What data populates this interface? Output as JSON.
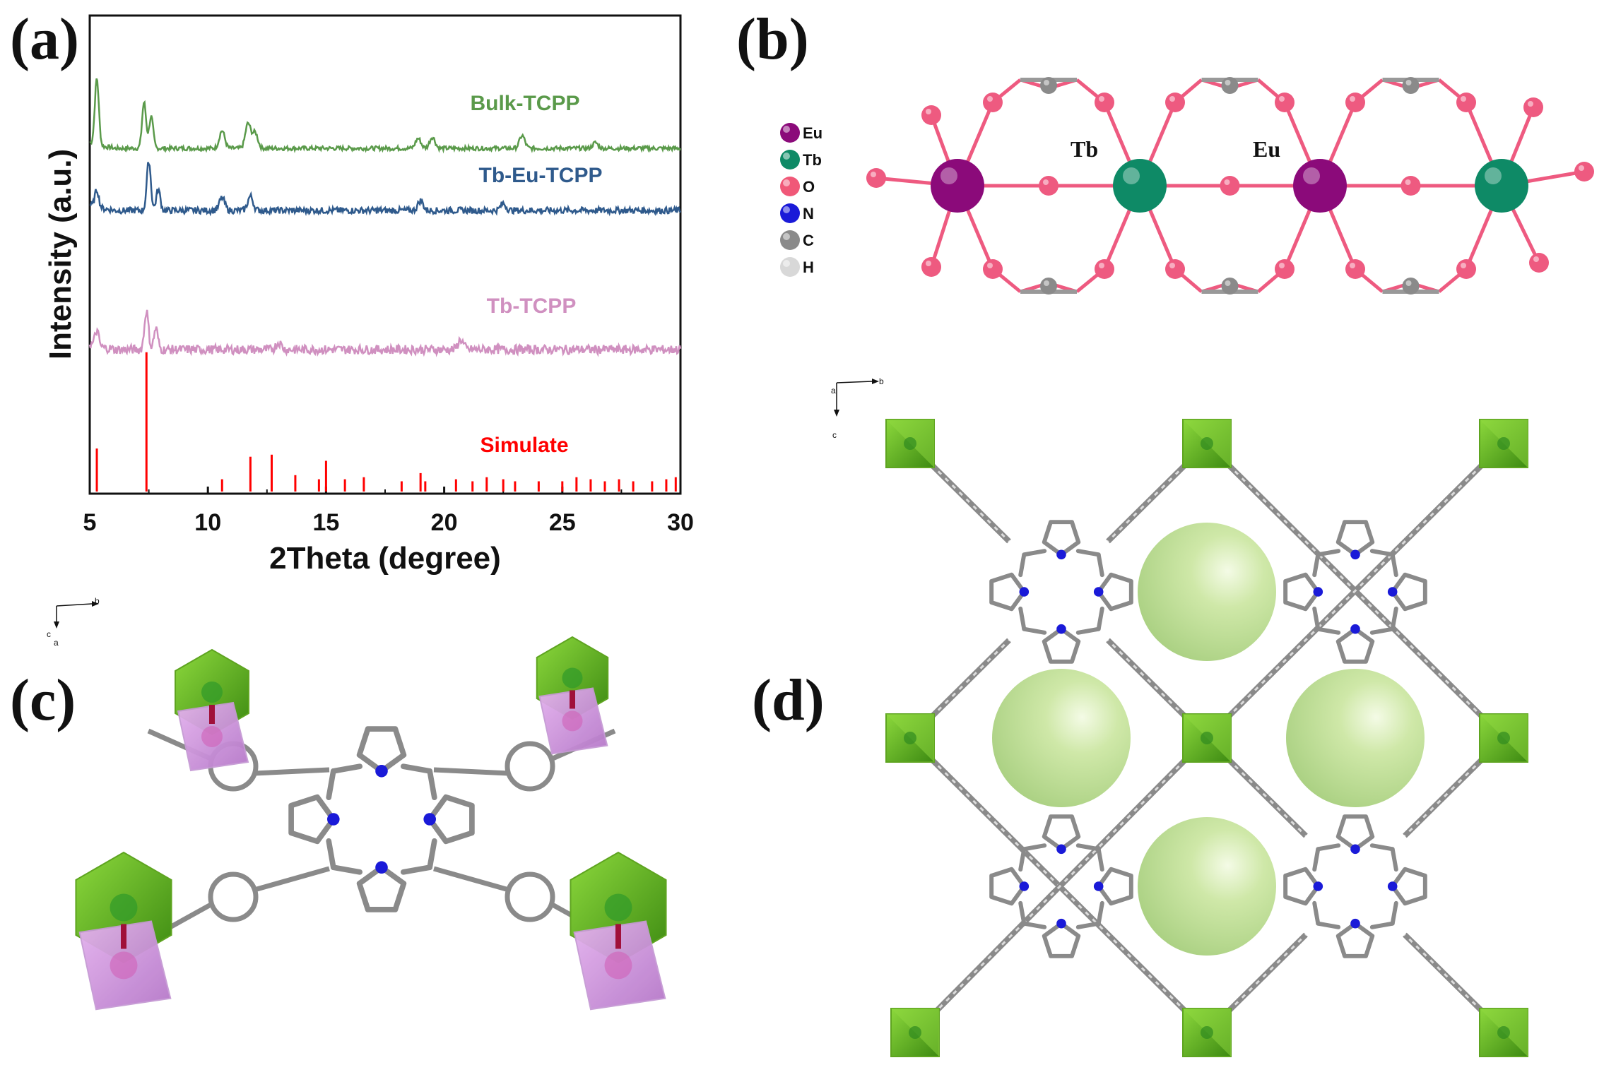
{
  "panels": {
    "a": "(a)",
    "b": "(b)",
    "c": "(c)",
    "d": "(d)"
  },
  "chart_data": {
    "type": "line",
    "title": "",
    "xlabel": "2Theta (degree)",
    "ylabel": "Intensity (a.u.)",
    "xlim": [
      5,
      30
    ],
    "xticks": [
      "5",
      "10",
      "15",
      "20",
      "25",
      "30"
    ],
    "yticks": [],
    "grid": false,
    "series": [
      {
        "name": "Bulk-TCPP",
        "color": "#5a9a4a",
        "peaks": [
          [
            5.3,
            95
          ],
          [
            7.3,
            65
          ],
          [
            7.6,
            45
          ],
          [
            10.6,
            25
          ],
          [
            11.7,
            35
          ],
          [
            12.0,
            22
          ],
          [
            18.9,
            14
          ],
          [
            19.5,
            16
          ],
          [
            23.3,
            18
          ],
          [
            26.4,
            8
          ]
        ]
      },
      {
        "name": "Tb-Eu-TCPP",
        "color": "#2f5a8c",
        "peaks": [
          [
            5.3,
            25
          ],
          [
            7.5,
            70
          ],
          [
            7.9,
            30
          ],
          [
            10.6,
            18
          ],
          [
            11.8,
            20
          ],
          [
            19.0,
            14
          ],
          [
            22.5,
            10
          ]
        ]
      },
      {
        "name": "Tb-TCPP",
        "color": "#d090c0",
        "peaks": [
          [
            5.3,
            22
          ],
          [
            7.4,
            55
          ],
          [
            7.8,
            30
          ],
          [
            20.7,
            14
          ],
          [
            13.0,
            10
          ]
        ]
      },
      {
        "name": "Simulate",
        "color": "#ff0000",
        "type": "stick",
        "x": [
          5.3,
          7.4,
          10.6,
          11.8,
          12.7,
          13.7,
          14.7,
          15.0,
          15.8,
          16.6,
          18.2,
          19.0,
          19.2,
          20.5,
          21.2,
          21.8,
          22.5,
          23.0,
          24.0,
          25.0,
          25.6,
          26.2,
          26.8,
          27.4,
          28.0,
          28.8,
          29.4,
          29.8
        ],
        "y": [
          21,
          68,
          6,
          17,
          18,
          8,
          6,
          15,
          6,
          7,
          5,
          9,
          5,
          6,
          5,
          7,
          6,
          5,
          5,
          5,
          7,
          6,
          5,
          6,
          5,
          5,
          6,
          7
        ]
      }
    ]
  },
  "panel_b": {
    "legend": [
      {
        "label": "Eu",
        "color": "#8b0a7a"
      },
      {
        "label": "Tb",
        "color": "#0e8a66"
      },
      {
        "label": "O",
        "color": "#f05878"
      },
      {
        "label": "N",
        "color": "#1a1ad8"
      },
      {
        "label": "C",
        "color": "#8a8a8a"
      },
      {
        "label": "H",
        "color": "#d8d8d8"
      }
    ],
    "labels": {
      "tb": "Tb",
      "eu": "Eu"
    }
  },
  "panel_c": {
    "axes": {
      "b": "b",
      "c": "c",
      "a": "a"
    }
  },
  "panel_d": {
    "axes": {
      "a": "a",
      "b": "b",
      "c": "c"
    }
  }
}
